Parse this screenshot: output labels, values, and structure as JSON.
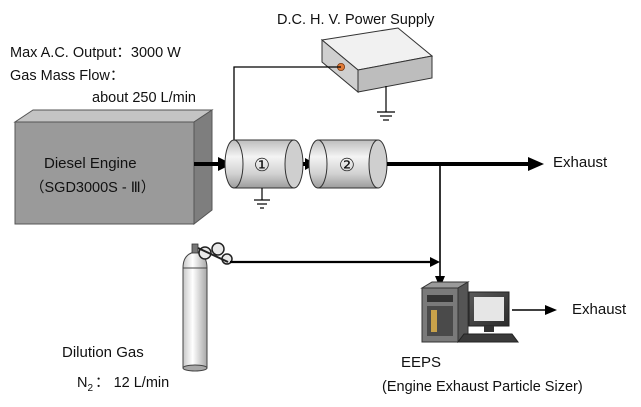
{
  "power_supply": {
    "label": "D.C. H. V. Power Supply"
  },
  "engine_specs": {
    "max_output": "Max A.C. Output：3000 W",
    "gas_flow_label": "Gas Mass Flow：",
    "gas_flow_value": "about 250 L/min"
  },
  "engine": {
    "name": "Diesel Engine",
    "model": "（SGD3000S - Ⅲ）"
  },
  "reactors": [
    {
      "label": "①"
    },
    {
      "label": "②"
    }
  ],
  "exhaust_main": {
    "label": "Exhaust"
  },
  "exhaust_eeps": {
    "label": "Exhaust"
  },
  "eeps": {
    "name": "EEPS",
    "full_name": "(Engine Exhaust Particle Sizer)"
  },
  "dilution": {
    "label": "Dilution Gas",
    "formula_main": "N",
    "formula_sub": "2",
    "formula_rest": "： 12 L/min"
  },
  "colors": {
    "engine_front": "#9a9a9a",
    "engine_top": "#c4c4c4",
    "engine_side": "#7e7e7e",
    "ps_top": "#f1f1f1",
    "ps_front": "#c8c8c8",
    "ps_indicator": "#e07b39",
    "line": "#000000"
  }
}
